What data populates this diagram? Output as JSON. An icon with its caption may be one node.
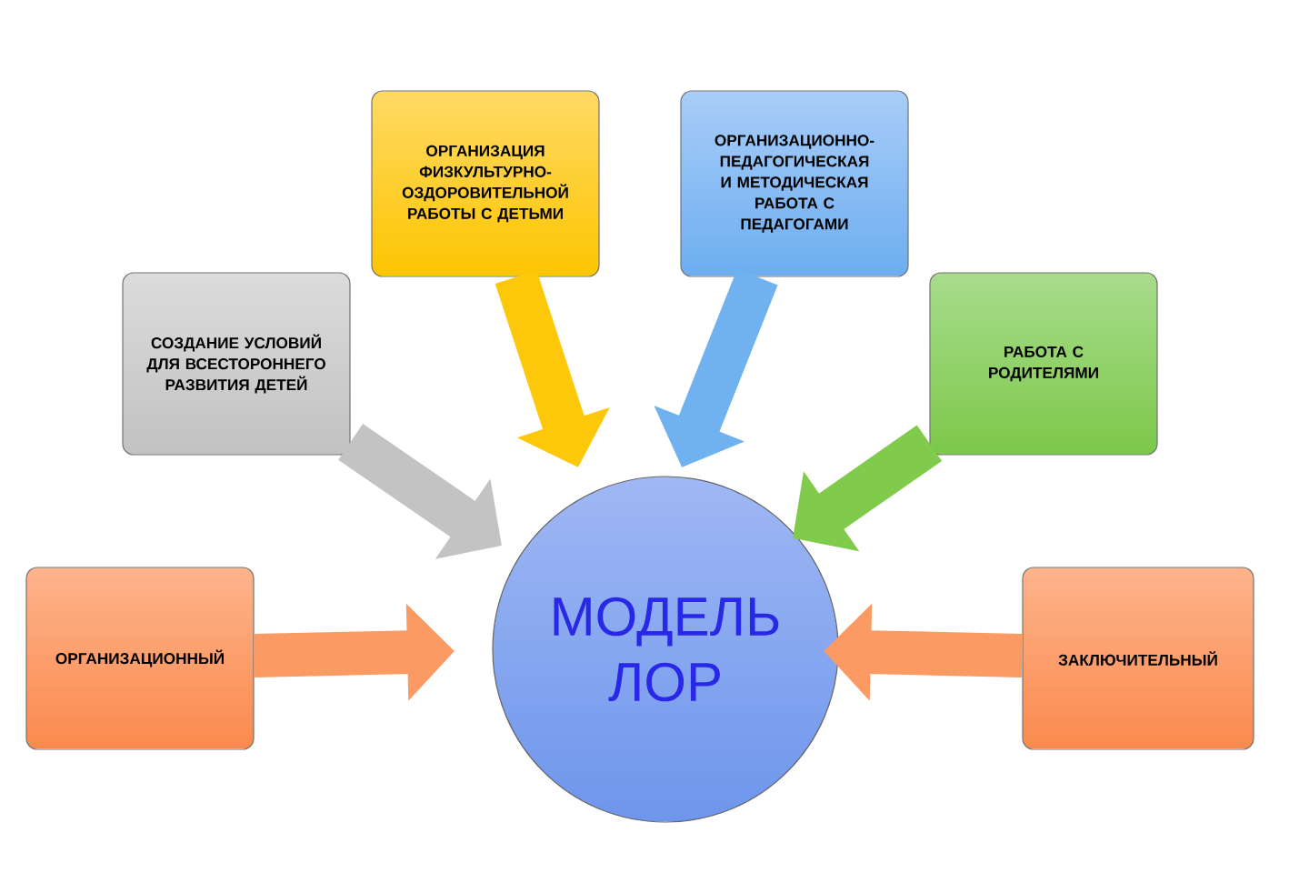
{
  "diagram": {
    "nodes": [
      {
        "text": [
          "МОДЕЛЬ ЛОР"
        ]
      },
      {
        "text": [
          "ОРГАНИЗАЦИОННЫЙ"
        ]
      },
      {
        "text": [
          "СОЗДАНИЕ УСЛОВИЙ ДЛЯ ВСЕСТОРОННЕГО РАЗВИТИЯ ДЕТЕЙ"
        ]
      },
      {
        "text": [
          "ОРГАНИЗАЦИЯ ФИЗКУЛЬТУРНО-ОЗДОРОВИТЕЛЬНОЙ РАБОТЫ С ДЕТЬМИ"
        ]
      },
      {
        "text": [
          "ОРГАНИЗАЦИОННО-ПЕДАГОГИЧЕСКАЯ И МЕТОДИЧЕСКАЯ РАБОТА С ПЕДАГОГАМИ"
        ]
      },
      {
        "text": [
          "РАБОТА С РОДИТЕЛЯМИ"
        ]
      },
      {
        "text": [
          "ЗАКЛЮЧИТЕЛЬНЫЙ"
        ]
      }
    ],
    "edges": [
      {
        "from": 1,
        "to": 0,
        "arrow": "to",
        "color": "#fb9a63"
      },
      {
        "from": 2,
        "to": 0,
        "arrow": "to",
        "color": "#c3c3c3"
      },
      {
        "from": 3,
        "to": 0,
        "arrow": "to",
        "color": "#fdc80a"
      },
      {
        "from": 4,
        "to": 0,
        "arrow": "to",
        "color": "#70b2f0"
      },
      {
        "from": 5,
        "to": 0,
        "arrow": "to",
        "color": "#80cb4c"
      },
      {
        "from": 6,
        "to": 0,
        "arrow": "to",
        "color": "#fb9a63"
      }
    ]
  }
}
